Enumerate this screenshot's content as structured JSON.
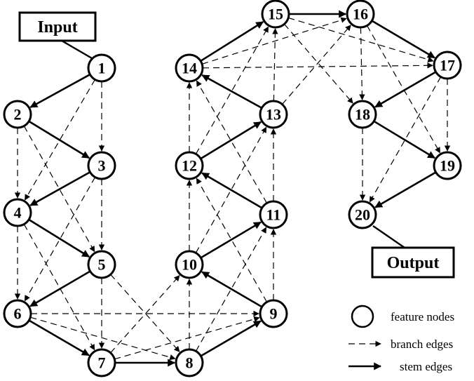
{
  "input_label": "Input",
  "output_label": "Output",
  "nodes": [
    "1",
    "2",
    "3",
    "4",
    "5",
    "6",
    "7",
    "8",
    "9",
    "10",
    "11",
    "12",
    "13",
    "14",
    "15",
    "16",
    "17",
    "18",
    "19",
    "20"
  ],
  "stem_edges": [
    [
      "1",
      "2"
    ],
    [
      "2",
      "3"
    ],
    [
      "3",
      "4"
    ],
    [
      "4",
      "5"
    ],
    [
      "5",
      "6"
    ],
    [
      "6",
      "7"
    ],
    [
      "7",
      "8"
    ],
    [
      "8",
      "9"
    ],
    [
      "9",
      "10"
    ],
    [
      "10",
      "11"
    ],
    [
      "11",
      "12"
    ],
    [
      "12",
      "13"
    ],
    [
      "13",
      "14"
    ],
    [
      "14",
      "15"
    ],
    [
      "15",
      "16"
    ],
    [
      "16",
      "17"
    ],
    [
      "17",
      "18"
    ],
    [
      "18",
      "19"
    ],
    [
      "19",
      "20"
    ]
  ],
  "branch_edges": [
    [
      "1",
      "3"
    ],
    [
      "1",
      "4"
    ],
    [
      "2",
      "4"
    ],
    [
      "2",
      "5"
    ],
    [
      "3",
      "5"
    ],
    [
      "3",
      "6"
    ],
    [
      "4",
      "6"
    ],
    [
      "4",
      "7"
    ],
    [
      "5",
      "7"
    ],
    [
      "5",
      "8"
    ],
    [
      "6",
      "8"
    ],
    [
      "6",
      "9"
    ],
    [
      "7",
      "9"
    ],
    [
      "7",
      "10"
    ],
    [
      "8",
      "10"
    ],
    [
      "8",
      "11"
    ],
    [
      "9",
      "11"
    ],
    [
      "9",
      "12"
    ],
    [
      "10",
      "12"
    ],
    [
      "10",
      "13"
    ],
    [
      "11",
      "13"
    ],
    [
      "11",
      "14"
    ],
    [
      "12",
      "14"
    ],
    [
      "12",
      "15"
    ],
    [
      "13",
      "15"
    ],
    [
      "13",
      "16"
    ],
    [
      "14",
      "16"
    ],
    [
      "14",
      "17"
    ],
    [
      "15",
      "17"
    ],
    [
      "15",
      "18"
    ],
    [
      "16",
      "18"
    ],
    [
      "16",
      "19"
    ],
    [
      "17",
      "19"
    ],
    [
      "17",
      "20"
    ],
    [
      "18",
      "20"
    ]
  ],
  "legend": {
    "nodes": "feature nodes",
    "branch": "branch edges",
    "stem": "stem edges"
  }
}
